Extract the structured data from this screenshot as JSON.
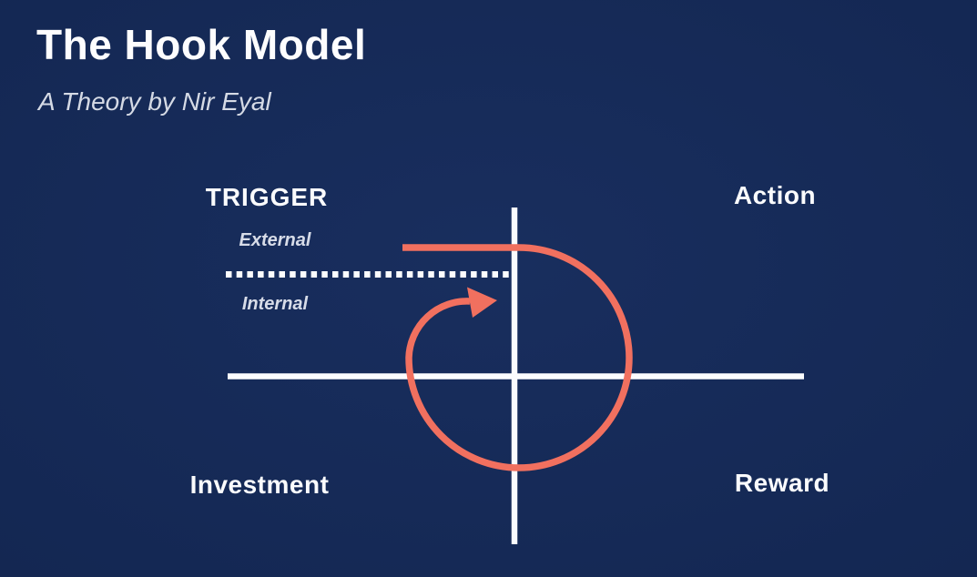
{
  "header": {
    "title": "The Hook Model",
    "subtitle": "A Theory by Nir Eyal"
  },
  "diagram": {
    "stage_labels": {
      "trigger": "TRIGGER",
      "action": "Action",
      "investment": "Investment",
      "reward": "Reward"
    },
    "trigger_types": {
      "external": "External",
      "internal": "Internal"
    },
    "icons": {
      "cycle_arrow": "circular-arrow-clockwise"
    },
    "colors": {
      "background": "#142A5B",
      "coral_accent": "#F1705F",
      "axis_white": "#FBFCFE",
      "muted_text": "#D7DCE8",
      "title_white": "#FDFDFE"
    }
  }
}
